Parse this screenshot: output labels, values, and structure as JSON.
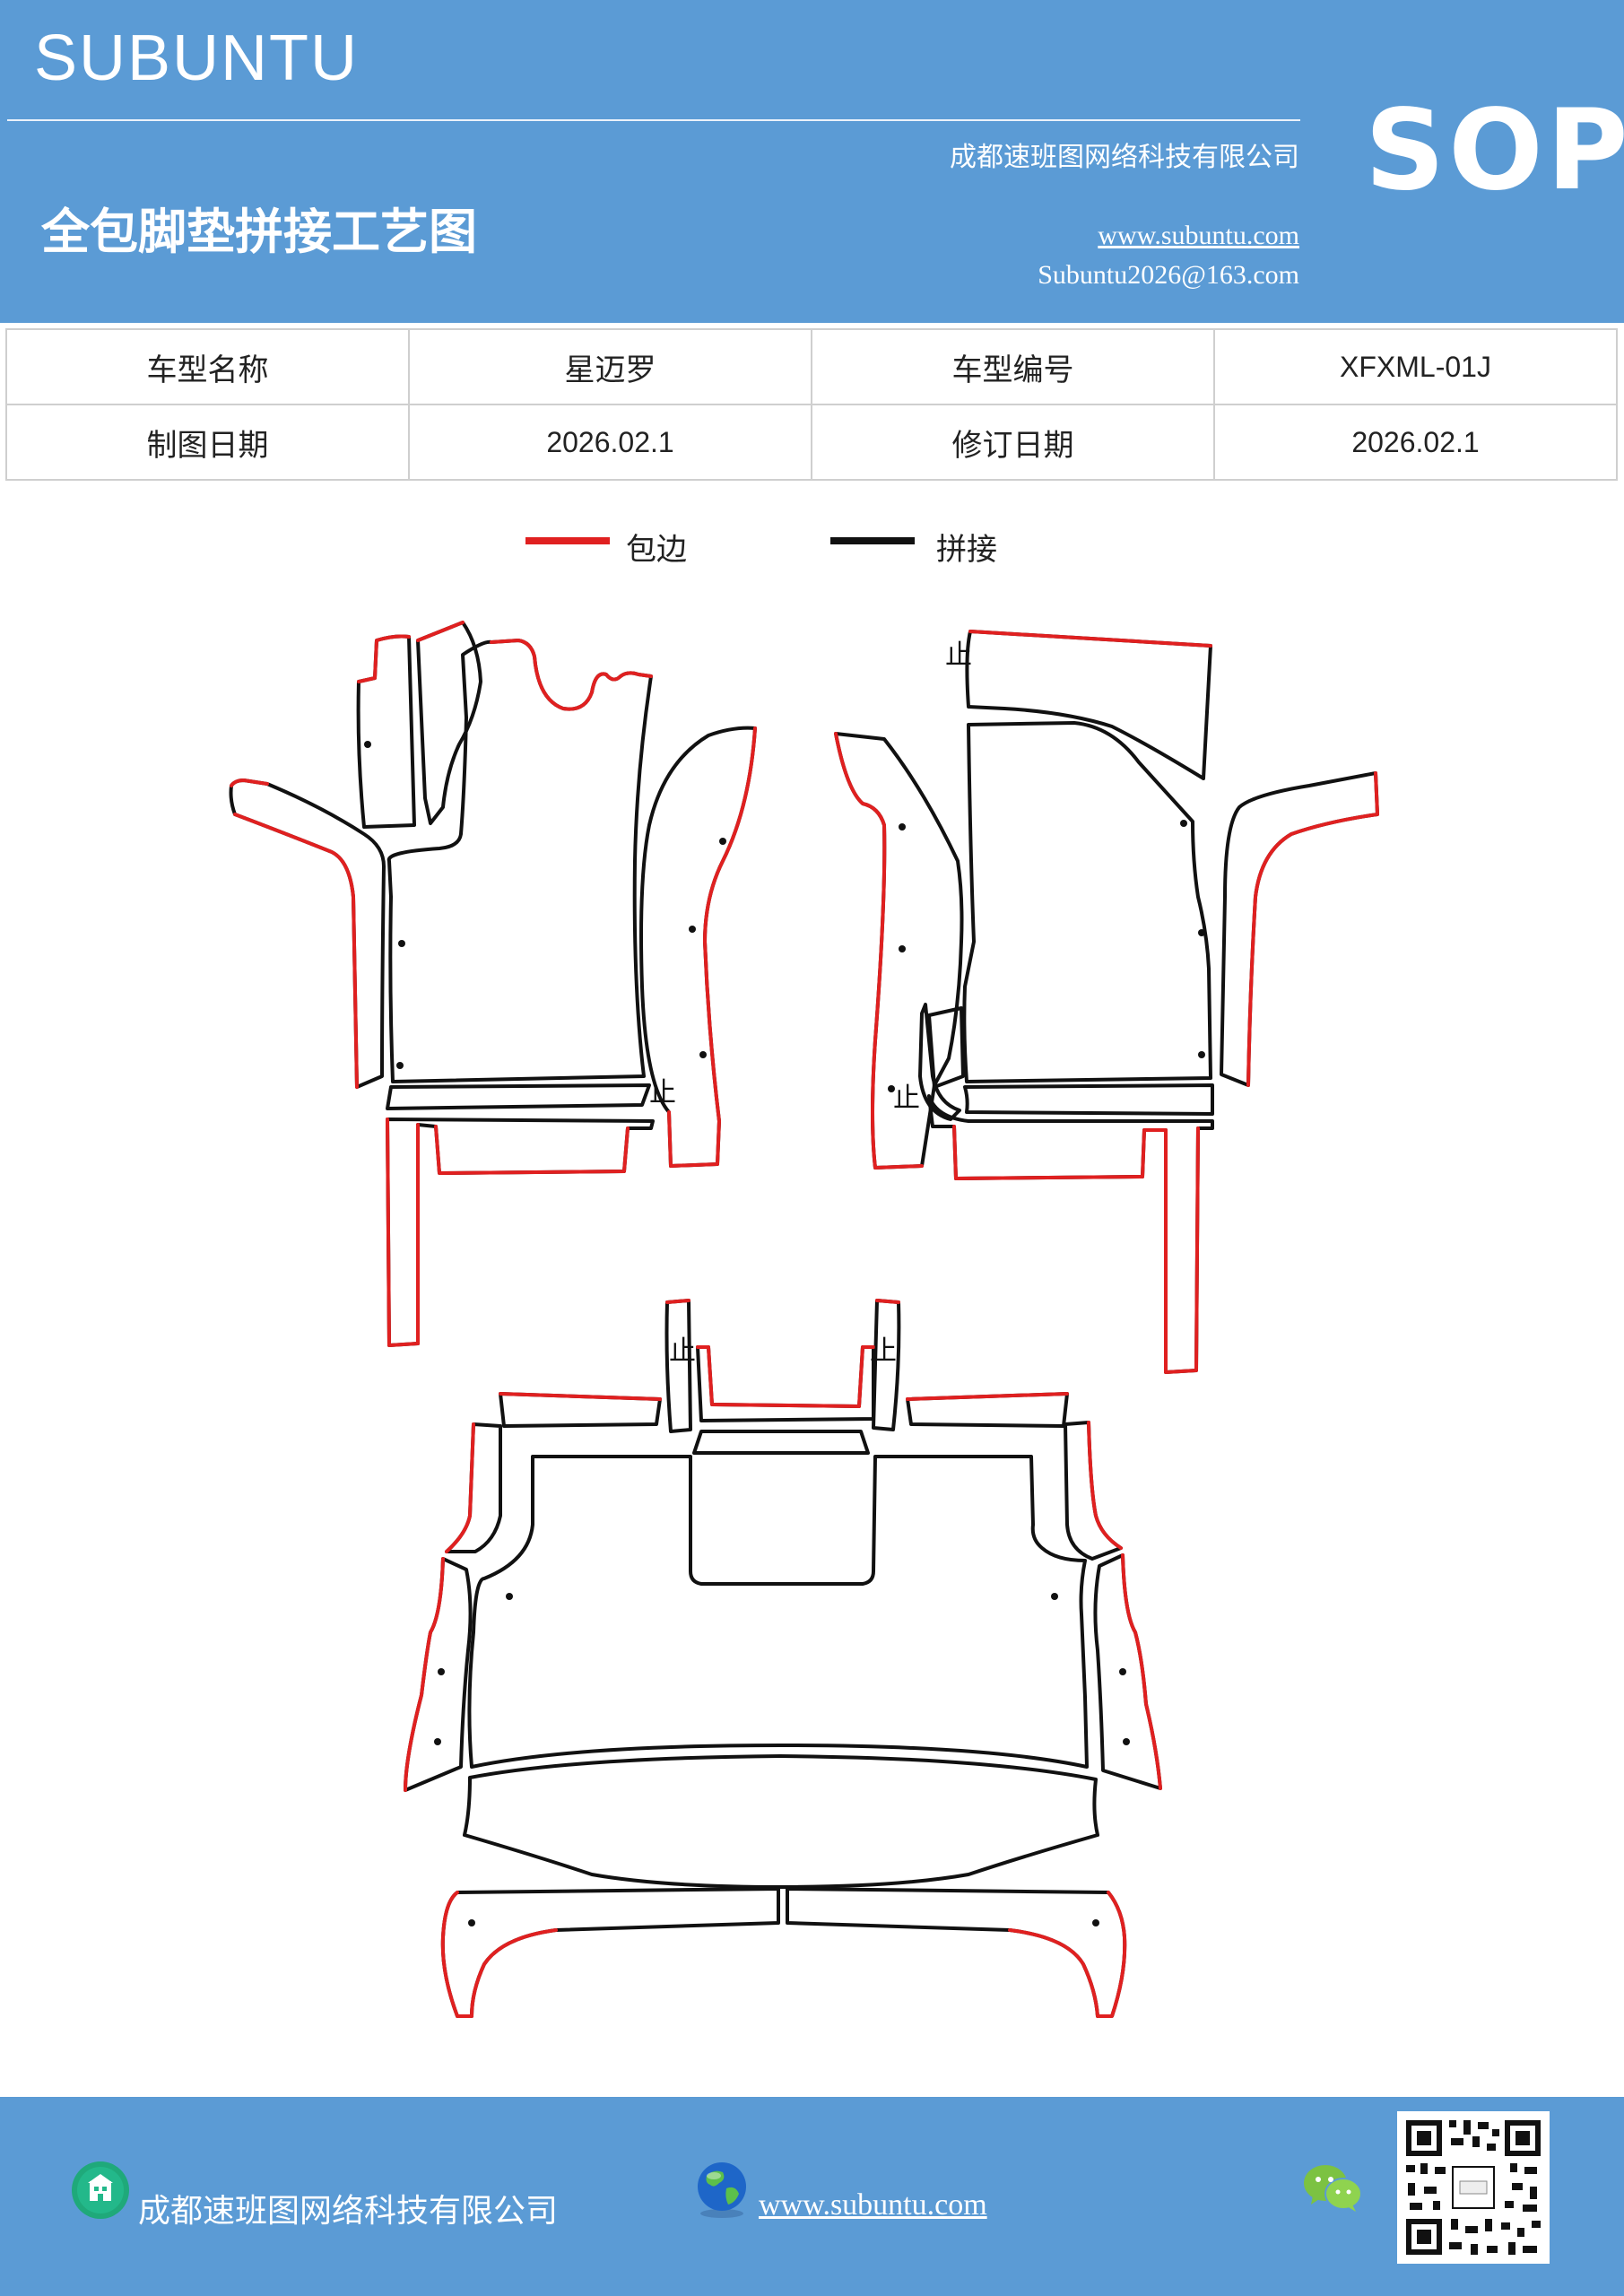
{
  "header": {
    "brand": "SUBUNTU",
    "company": "成都速班图网络科技有限公司",
    "title": "全包脚垫拼接工艺图",
    "website": "www.subuntu.com",
    "email": "Subuntu2026@163.com",
    "badge": "SOP",
    "background_color": "#5b9bd5"
  },
  "info_table": {
    "rows": [
      [
        {
          "label": "车型名称",
          "value": "星迈罗"
        },
        {
          "label": "车型编号",
          "value": "XFXML-01J"
        }
      ],
      [
        {
          "label": "制图日期",
          "value": "2026.02.1"
        },
        {
          "label": "修订日期",
          "value": "2026.02.1"
        }
      ]
    ]
  },
  "legend": [
    {
      "label": "包边",
      "color": "#e02020"
    },
    {
      "label": "拼接",
      "color": "#111111"
    }
  ],
  "diagram": {
    "stop_mark": "止",
    "edge_color": "#e02020",
    "seam_color": "#111111"
  },
  "footer": {
    "company": "成都速班图网络科技有限公司",
    "website": "www.subuntu.com",
    "icons": [
      "building-icon",
      "globe-icon",
      "wechat-icon",
      "qr-code"
    ]
  }
}
